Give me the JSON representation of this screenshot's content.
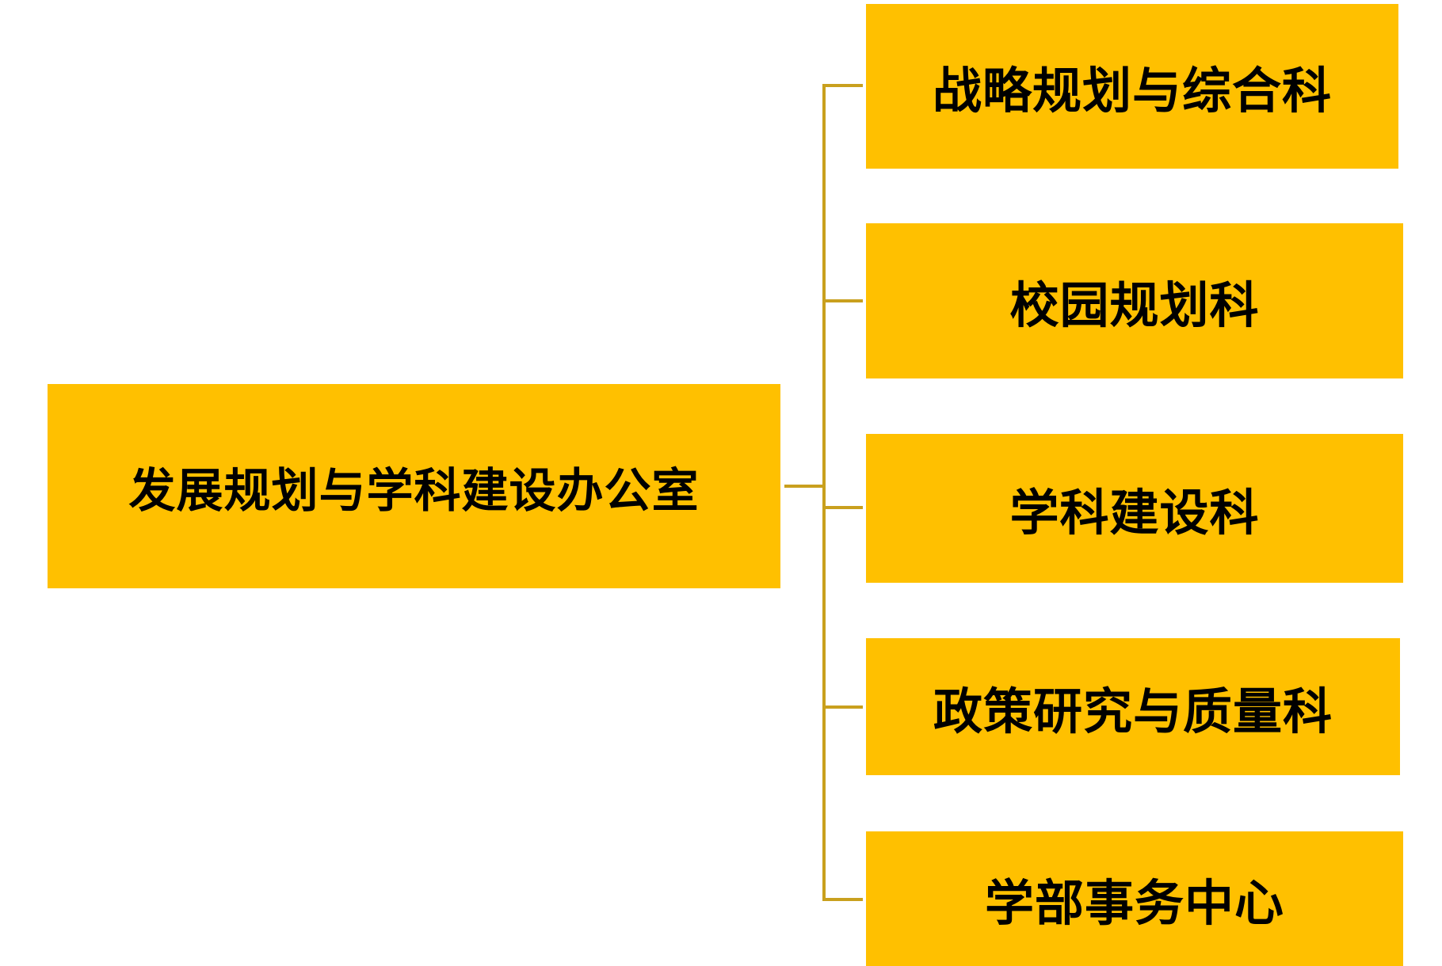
{
  "colors": {
    "box_fill": "#FFC000",
    "connector": "#C9A01E",
    "text": "#000000",
    "background": "#FFFFFF"
  },
  "diagram": {
    "root": {
      "label": "发展规划与学科建设办公室"
    },
    "children": [
      {
        "label": "战略规划与综合科"
      },
      {
        "label": "校园规划科"
      },
      {
        "label": "学科建设科"
      },
      {
        "label": "政策研究与质量科"
      },
      {
        "label": "学部事务中心"
      }
    ]
  }
}
